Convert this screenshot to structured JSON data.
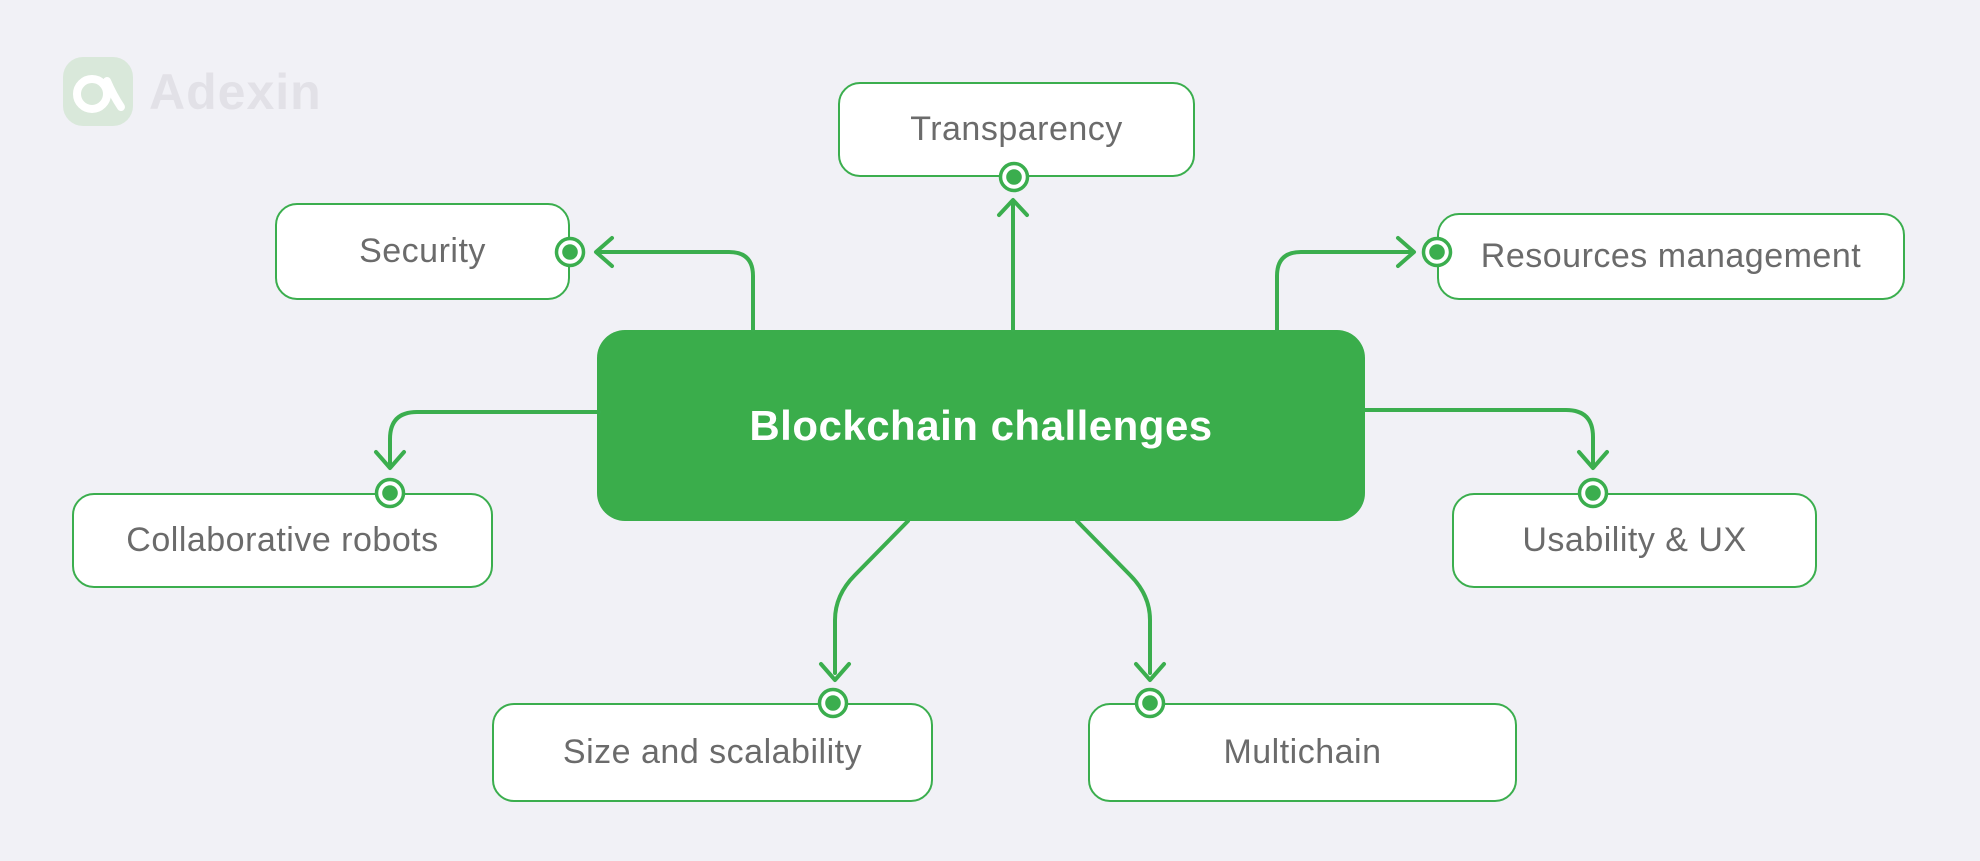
{
  "brand": {
    "name": "Adexin",
    "logo_icon": "adexin-a-icon",
    "badge_color": "#d9e8da",
    "text_color": "#e2e1e7"
  },
  "diagram": {
    "center": {
      "label": "Blockchain challenges"
    },
    "nodes": [
      {
        "label": "Transparency",
        "position": "top",
        "anchor": "bottom-center"
      },
      {
        "label": "Security",
        "position": "upper-left",
        "anchor": "right-middle"
      },
      {
        "label": "Resources management",
        "position": "upper-right",
        "anchor": "left-middle"
      },
      {
        "label": "Collaborative robots",
        "position": "mid-left",
        "anchor": "top-right"
      },
      {
        "label": "Usability & UX",
        "position": "mid-right",
        "anchor": "top-left"
      },
      {
        "label": "Size and scalability",
        "position": "bottom-left",
        "anchor": "top-right"
      },
      {
        "label": "Multichain",
        "position": "bottom-right",
        "anchor": "top-left"
      }
    ],
    "connections": [
      {
        "from": "center",
        "to": "Transparency",
        "direction": "up"
      },
      {
        "from": "center",
        "to": "Security",
        "direction": "up-then-left"
      },
      {
        "from": "center",
        "to": "Resources management",
        "direction": "up-then-right"
      },
      {
        "from": "center",
        "to": "Collaborative robots",
        "direction": "left-then-down"
      },
      {
        "from": "center",
        "to": "Usability & UX",
        "direction": "right-then-down"
      },
      {
        "from": "center",
        "to": "Size and scalability",
        "direction": "diagonal-down-left"
      },
      {
        "from": "center",
        "to": "Multichain",
        "direction": "diagonal-down-right"
      }
    ],
    "colors": {
      "accent_green": "#3bae4e",
      "center_fill": "#3aad4b",
      "label_gray": "#6b6b6b",
      "background": "#f1f1f6",
      "center_text": "#ffffff"
    }
  }
}
